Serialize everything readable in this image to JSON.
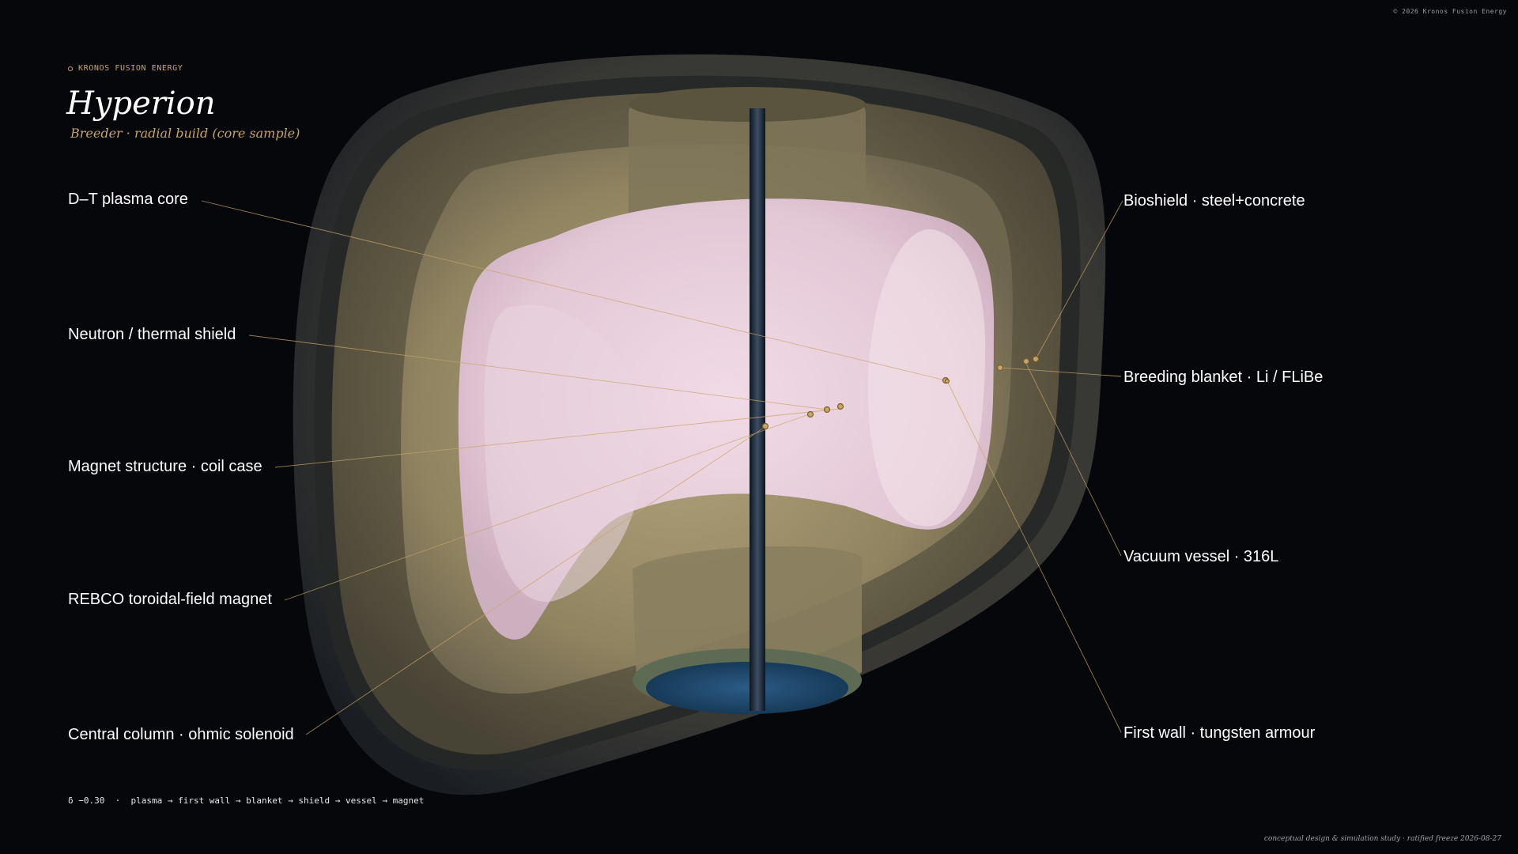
{
  "copyright": "© 2026 Kronos Fusion Energy",
  "brand": {
    "name": "KRONOS FUSION ENERGY",
    "icon": "ring-icon"
  },
  "title": "Hyperion",
  "subtitle": "Breeder · radial build (core sample)",
  "components": {
    "plasma_core": "D–T plasma core",
    "neutron_shield": "Neutron / thermal shield",
    "magnet_structure": "Magnet structure · coil case",
    "tf_magnet": "REBCO toroidal-field magnet",
    "central_column": "Central column · ohmic solenoid",
    "bioshield": "Bioshield · steel+concrete",
    "breeding_blanket": "Breeding blanket · Li / FLiBe",
    "vacuum_vessel": "Vacuum vessel · 316L",
    "first_wall": "First wall · tungsten armour"
  },
  "footer": {
    "build_sequence": "δ −0.30  ·  plasma → first wall → blanket → shield → vessel → magnet",
    "study_note": "conceptual design & simulation study · ratified freeze 2026-08-27"
  },
  "colors": {
    "background": "#05070b",
    "accent": "#c9a467",
    "plasma": "#e8cfdc",
    "shell": "#9c8e68",
    "column": "#1c2a3a"
  }
}
